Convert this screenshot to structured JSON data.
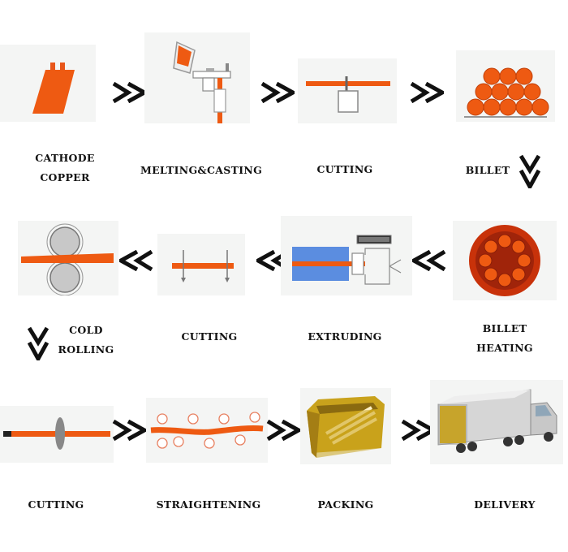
{
  "steps": {
    "cathode": {
      "line1": "CATHODE",
      "line2": "COPPER"
    },
    "melting": {
      "label": "MELTING&CASTING"
    },
    "cutting1": {
      "label": "CUTTING"
    },
    "billet": {
      "label": "BILLET"
    },
    "billet_heating": {
      "line1": "BILLET",
      "line2": "HEATING"
    },
    "extruding": {
      "label": "EXTRUDING"
    },
    "cutting2": {
      "label": "CUTTING"
    },
    "cold_rolling": {
      "line1": "COLD",
      "line2": "ROLLING"
    },
    "cutting3": {
      "label": "CUTTING"
    },
    "straightening": {
      "label": "STRAIGHTENING"
    },
    "packing": {
      "label": "PACKING"
    },
    "delivery": {
      "label": "DELIVERY"
    }
  },
  "icons": {
    "cathode": "copper-plate-icon",
    "melting": "melting-furnace-icon",
    "cutting": "saw-cutter-icon",
    "billet": "billet-stack-icon",
    "heating": "heated-billet-icon",
    "extruding": "extrusion-press-icon",
    "rolling": "rolling-mill-icon",
    "straightening": "straightener-icon",
    "packing": "wooden-crate-icon",
    "delivery": "truck-icon"
  },
  "colors": {
    "copper": "#ee5a12",
    "arrow": "#111111",
    "press_blue": "#5b8de0",
    "crate": "#c9a21c"
  }
}
